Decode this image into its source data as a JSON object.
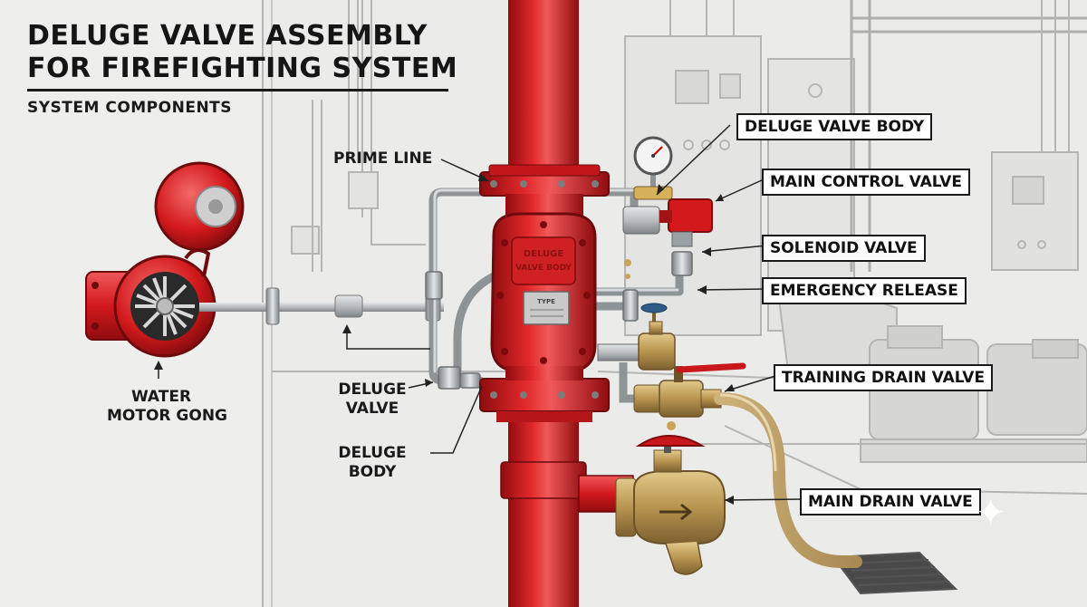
{
  "title": {
    "line1": "DELUGE VALVE ASSEMBLY",
    "line2": "FOR FIREFIGHTING SYSTEM",
    "subtitle": "SYSTEM COMPONENTS"
  },
  "labels": {
    "deluge_valve_body": "DELUGE VALVE BODY",
    "main_control_valve": "MAIN CONTROL VALVE",
    "solenoid_valve": "SOLENOID VALVE",
    "emergency_release": "EMERGENCY RELEASE",
    "training_drain_valve": "TRAINING DRAIN VALVE",
    "main_drain_valve": "MAIN DRAIN VALVE",
    "prime_line": "PRIME LINE",
    "water_motor_gong_1": "WATER",
    "water_motor_gong_2": "MOTOR GONG",
    "deluge_valve_1": "DELUGE",
    "deluge_valve_2": "VALVE",
    "deluge_body_1": "DELUGE",
    "deluge_body_2": "BODY"
  },
  "valve_markings": {
    "body_text_1": "DELUGE",
    "body_text_2": "VALVE BODY",
    "plate_text": "TYPE"
  },
  "colors": {
    "pipe_red": "#d3191c",
    "pipe_red_dark": "#8f0c0f",
    "brass": "#b8944f",
    "steel": "#b9bdc0",
    "background": "#e9e9e7",
    "label_border": "#1a1a1a"
  },
  "icons": {
    "gong_bell": "bell-icon",
    "turbine": "turbine-icon",
    "pressure_gauge": "gauge-icon",
    "sparkle": "sparkle-icon"
  }
}
